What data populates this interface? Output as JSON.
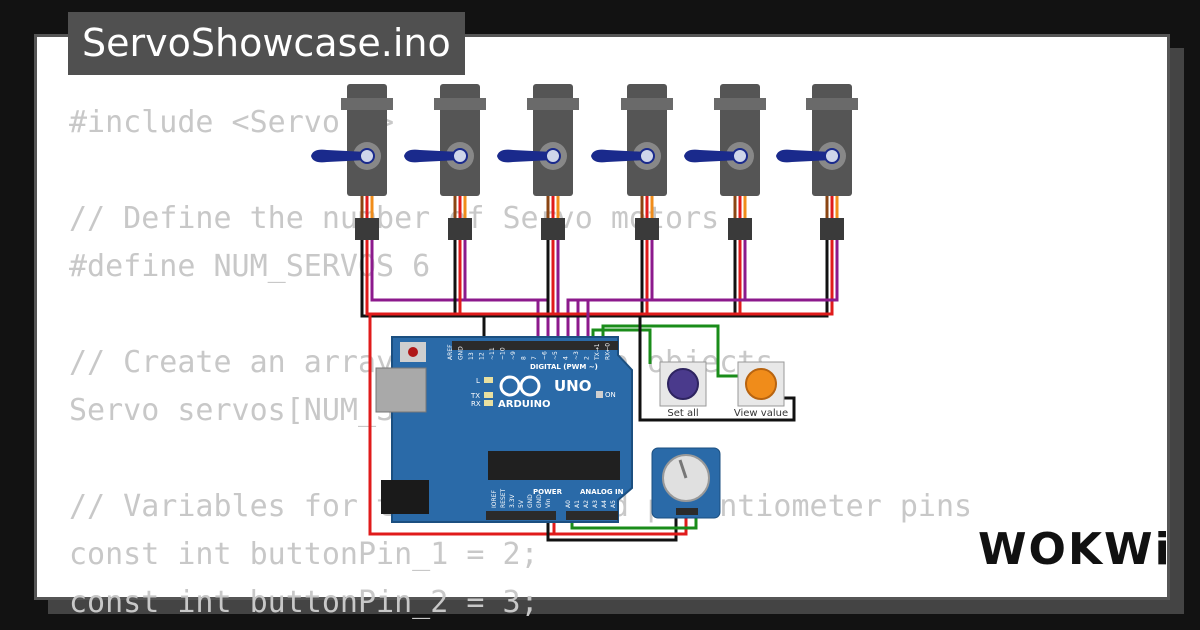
{
  "title": "ServoShowcase.ino",
  "brand": "WOKWi",
  "code_lines": [
    "#include <Servo.h>",
    "",
    "// Define the number of Servo motors",
    "#define NUM_SERVOS 6",
    "",
    "// Create an array of the Servo objects",
    "Servo servos[NUM_SERVOS];",
    "",
    "// Variables for the button and potentiometer pins",
    "const int buttonPin_1 = 2;",
    "const int buttonPin_2 = 3;"
  ],
  "board": {
    "logo": "ARDUINO",
    "model": "UNO",
    "digital_header": "DIGITAL (PWM ~)",
    "analog_header": "ANALOG IN",
    "power_header": "POWER",
    "on_label": "ON",
    "led_l": "L",
    "led_tx": "TX",
    "led_rx": "RX",
    "digital_pins": [
      "AREF",
      "GND",
      "13",
      "12",
      "~11",
      "~10",
      "~9",
      "8",
      "7",
      "~6",
      "~5",
      "4",
      "~3",
      "2",
      "TX→1",
      "RX←0"
    ],
    "power_pins": [
      "IOREF",
      "RESET",
      "3.3V",
      "5V",
      "GND",
      "GND",
      "Vin"
    ],
    "analog_pins": [
      "A0",
      "A1",
      "A2",
      "A3",
      "A4",
      "A5"
    ]
  },
  "buttons": [
    {
      "label": "Set all",
      "color": "#4a3a8c"
    },
    {
      "label": "View value",
      "color": "#f08c1a"
    }
  ],
  "colors": {
    "wire_power": "#e01b1b",
    "wire_ground": "#111111",
    "wire_signal": "#8c1a8c",
    "wire_button": "#1a8c1a",
    "servo_body": "#555555",
    "servo_horn": "#1a2a8c",
    "board": "#2a6aa8"
  },
  "servo_count": 6
}
